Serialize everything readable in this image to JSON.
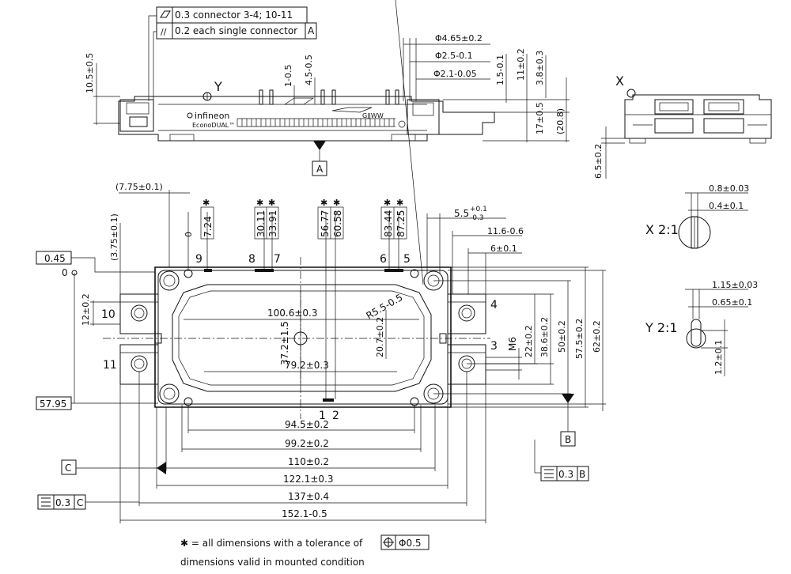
{
  "tolerance_frame_top": {
    "row1_symbol": "⏥",
    "row1_text": "0.3 connector 3-4; 10-11",
    "row2_symbol": "//",
    "row2_text": "0.2 each single connector",
    "row2_ref": "A"
  },
  "side_view": {
    "brand": "infineon",
    "product": "EconoDUAL™",
    "code": "GJJWW",
    "label_y": "Y",
    "dims": {
      "d_4_65": "Φ4.65±0.2",
      "d_2_5": "Φ2.5-0.1",
      "d_2_1": "Φ2.1-0.05",
      "h_10_5": "10.5±0.5",
      "h_1_05": "1-0.5",
      "h_4_5": "4.5-0.5",
      "h_1_5": "1.5-0.1",
      "h_11": "11±0.2",
      "h_3_8": "3.8±0.3",
      "h_17": "17±0.5",
      "h_20_8": "(20.8)",
      "ref_a": "A"
    }
  },
  "end_view": {
    "label_x": "X",
    "h_6_5": "6.5±0.2"
  },
  "top_view": {
    "dims": {
      "d_7_75": "(7.75±0.1)",
      "d_3_75": "(3.75±0.1)",
      "zero_x": "0",
      "zero_y": "0",
      "d_0_45": "0.45",
      "d_57_95": "57.95",
      "p_7_24": "7.24",
      "p_30_11": "30.11",
      "p_33_91": "33.91",
      "p_56_77": "56.77",
      "p_60_58": "60.58",
      "p_83_44": "83.44",
      "p_87_25": "87.25",
      "d_5_5": "5.5",
      "d_5_5_tol": "+0.1",
      "d_5_5_tol2": "-0.3",
      "d_11_6": "11.6-0.6",
      "d_6": "6±0.1",
      "d_12": "12±0.2",
      "d_100_6": "100.6±0.3",
      "r_5_5": "R5.5-0.5",
      "d_20_7": "20.7±0.2",
      "m6": "M6",
      "d_22": "22±0.2",
      "d_38_6": "38.6±0.2",
      "d_50": "50±0.2",
      "d_57_5": "57.5±0.2",
      "d_62": "62±0.2",
      "d_37_2": "37.2±1.5",
      "d_79_2": "79.2±0.3",
      "d_94_5": "94.5±0.2",
      "d_99_2": "99.2±0.2",
      "d_110": "110±0.2",
      "d_122_1": "122.1±0.3",
      "d_137": "137±0.4",
      "d_152_1": "152.1-0.5",
      "ref_b": "B",
      "ref_c": "C",
      "frame_b_sym": "⌯",
      "frame_b_val": "0.3",
      "frame_b_ref": "B",
      "frame_c_sym": "⌯",
      "frame_c_val": "0.3",
      "frame_c_ref": "C"
    },
    "pins": {
      "p9": "9",
      "p8": "8",
      "p7": "7",
      "p6": "6",
      "p5": "5",
      "p4": "4",
      "p3": "3",
      "p10": "10",
      "p11": "11",
      "p1": "1",
      "p2": "2"
    },
    "stars": "✱"
  },
  "detail_x": {
    "title": "X 2:1",
    "d1": "0.8±0.03",
    "d2": "0.4±0.1"
  },
  "detail_y": {
    "title": "Y 2:1",
    "d1": "1.15±0.03",
    "d2": "0.65±0.1",
    "d3": "1.2±0.1"
  },
  "notes": {
    "line1": "✱ = all dimensions with a tolerance of",
    "line1_frame_sym": "⊕",
    "line1_frame_val": "Φ0.5",
    "line2": "dimensions valid in mounted condition"
  }
}
